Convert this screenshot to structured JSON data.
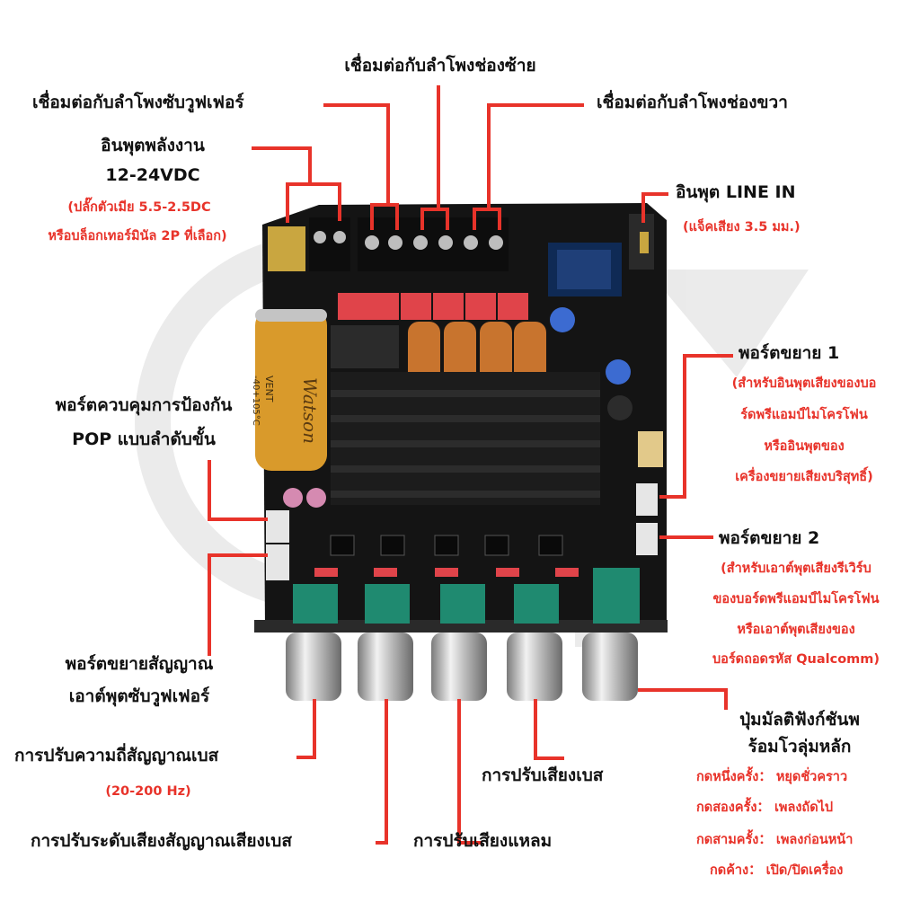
{
  "labels": {
    "left_speaker": "เชื่อมต่อกับลำโพงช่องซ้าย",
    "subwoofer_speaker": "เชื่อมต่อกับลำโพงซับวูฟเฟอร์",
    "right_speaker": "เชื่อมต่อกับลำโพงช่องขวา",
    "power_input": {
      "line1": "อินพุตพลังงาน",
      "line2": "12-24VDC",
      "note1": "(ปลั๊กตัวเมีย 5.5-2.5DC",
      "note2": "หรือบล็อกเทอร์มินัล 2P ที่เลือก)"
    },
    "line_in": {
      "title": "อินพุต LINE IN",
      "note": "(แจ็คเสียง 3.5 มม.)"
    },
    "expansion_port_1": {
      "title": "พอร์ตขยาย 1",
      "note1": "(สำหรับอินพุตเสียงของบอ",
      "note2": "ร์ดพรีแอมป์ไมโครโฟน",
      "note3": "หรืออินพุตของ",
      "note4": "เครื่องขยายเสียงบริสุทธิ์)"
    },
    "pop_protection": {
      "line1": "พอร์ตควบคุมการป้องกัน",
      "line2": "POP แบบลำดับขั้น"
    },
    "expansion_port_2": {
      "title": "พอร์ตขยาย 2",
      "note1": "(สำหรับเอาต์พุตเสียงรีเวิร์บ",
      "note2": "ของบอร์ดพรีแอมป์ไมโครโฟน",
      "note3": "หรือเอาต์พุตเสียงของ",
      "note4": "บอร์ดถอดรหัส Qualcomm)"
    },
    "sub_output": {
      "line1": "พอร์ตขยายสัญญาณ",
      "line2": "เอาต์พุตซับวูฟเฟอร์"
    },
    "bass_freq": {
      "line1": "การปรับความถี่สัญญาณเบส",
      "note": "(20-200 Hz)"
    },
    "bass_tone": "การปรับเสียงเบส",
    "bass_level": "การปรับระดับเสียงสัญญาณเสียงเบส",
    "treble": "การปรับเสียงแหลม",
    "multi_knob": {
      "line1": "ปุ่มมัลติฟังก์ชันพ",
      "line2": "ร้อมโวลุ่มหลัก",
      "act1": "กดหนึ่งครั้ง： หยุดชั่วคราว",
      "act2": "กดสองครั้ง： เพลงถัดไป",
      "act3": "กดสามครั้ง： เพลงก่อนหน้า",
      "act4": "กดค้าง： เปิด/ปิดเครื่อง"
    }
  },
  "capacitor_text": {
    "brand": "Watson",
    "vent": "VENT",
    "temp": "-40+105°C"
  },
  "colors": {
    "accent_red": "#e8332a",
    "text_black": "#111111",
    "board": "#151515",
    "heatsink": "#1c1c1c",
    "copper": "#c8742e",
    "pot_green": "#1f8a70",
    "relay_red": "#e0444a",
    "cap_gold": "#d99a2b"
  }
}
